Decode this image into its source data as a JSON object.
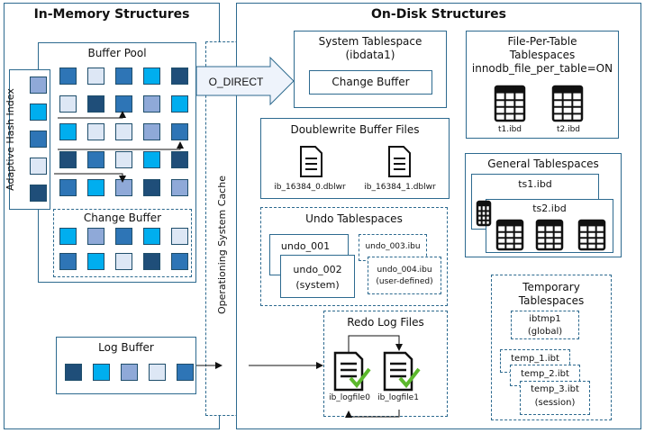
{
  "in_memory": {
    "title": "In-Memory Structures",
    "buffer_pool": {
      "title": "Buffer Pool"
    },
    "adaptive_hash_index": {
      "title": "Adaptive Hash Index"
    },
    "change_buffer": {
      "title": "Change Buffer"
    },
    "log_buffer": {
      "title": "Log Buffer"
    }
  },
  "os_cache": {
    "title": "Operationing System Cache"
  },
  "o_direct": {
    "label": "O_DIRECT"
  },
  "on_disk": {
    "title": "On-Disk Structures",
    "system_tablespace": {
      "title": "System Tablespace",
      "subtitle": "(ibdata1)",
      "change_buffer": "Change Buffer"
    },
    "file_per_table": {
      "title": "File-Per-Table",
      "title2": "Tablespaces",
      "setting": "innodb_file_per_table=ON",
      "files": [
        "t1.ibd",
        "t2.ibd"
      ]
    },
    "doublewrite": {
      "title": "Doublewrite Buffer Files",
      "files": [
        "ib_16384_0.dblwr",
        "ib_16384_1.dblwr"
      ]
    },
    "general": {
      "title": "General Tablespaces",
      "files": [
        "ts1.ibd",
        "ts2.ibd"
      ]
    },
    "undo": {
      "title": "Undo Tablespaces",
      "u1": "undo_001",
      "u2": "undo_002",
      "u2_sub": "(system)",
      "u3": "undo_003.ibu",
      "u4": "undo_004.ibu",
      "u4_sub": "(user-defined)"
    },
    "temporary": {
      "title": "Temporary",
      "title2": "Tablespaces",
      "ibtmp": "ibtmp1",
      "ibtmp_sub": "(global)",
      "temps": [
        "temp_1.ibt",
        "temp_2.ibt",
        "temp_3.ibt"
      ],
      "temp_sub": "(session)"
    },
    "redo": {
      "title": "Redo Log Files",
      "files": [
        "ib_logfile0",
        "ib_logfile1"
      ]
    }
  },
  "colors": {
    "border": "#2d6a8f",
    "navy": "#1f4e79",
    "blue": "#2e75b6",
    "cyan": "#00aeef",
    "lavender": "#8fa9d8",
    "pale": "#dde7f5",
    "check": "#5cb82c"
  },
  "icons": [
    "file-icon",
    "table-icon",
    "checkmark-icon",
    "arrow-icon"
  ]
}
